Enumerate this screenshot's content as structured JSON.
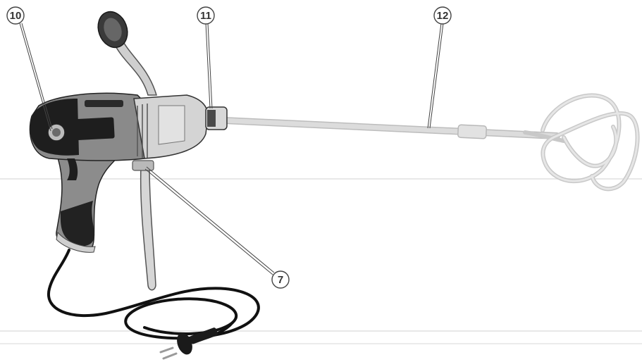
{
  "callouts": {
    "c10": "10",
    "c11": "11",
    "c12": "12",
    "c7": "7"
  },
  "colors": {
    "body_dark": "#1e1e1e",
    "body_gray": "#8a8a8a",
    "metal_light": "#d4d4d4",
    "paddle": "#d8d8d8",
    "cable": "#111111",
    "guide_line": "#e6e6e6"
  }
}
